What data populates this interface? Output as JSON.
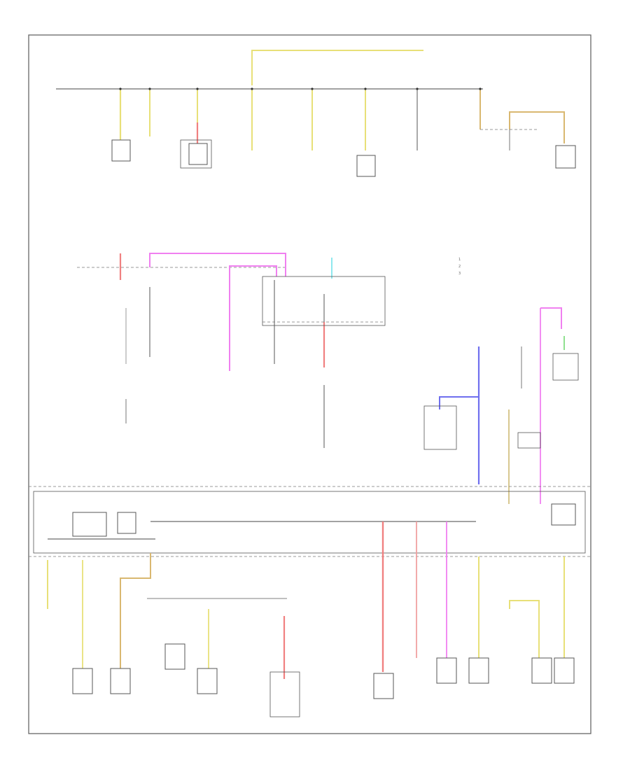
{
  "diagram": {
    "legend_items": [
      "1",
      "2",
      "3"
    ],
    "colors": {
      "yellow": "#e8e078",
      "tan": "#d8c890",
      "red": "#f08080",
      "pink": "#f0a0a0",
      "magenta": "#f080f0",
      "blue": "#6f6fee",
      "green": "#8fe08f",
      "cyan": "#8ee8ee",
      "gold": "#d9b870",
      "gray": "#999999"
    }
  }
}
